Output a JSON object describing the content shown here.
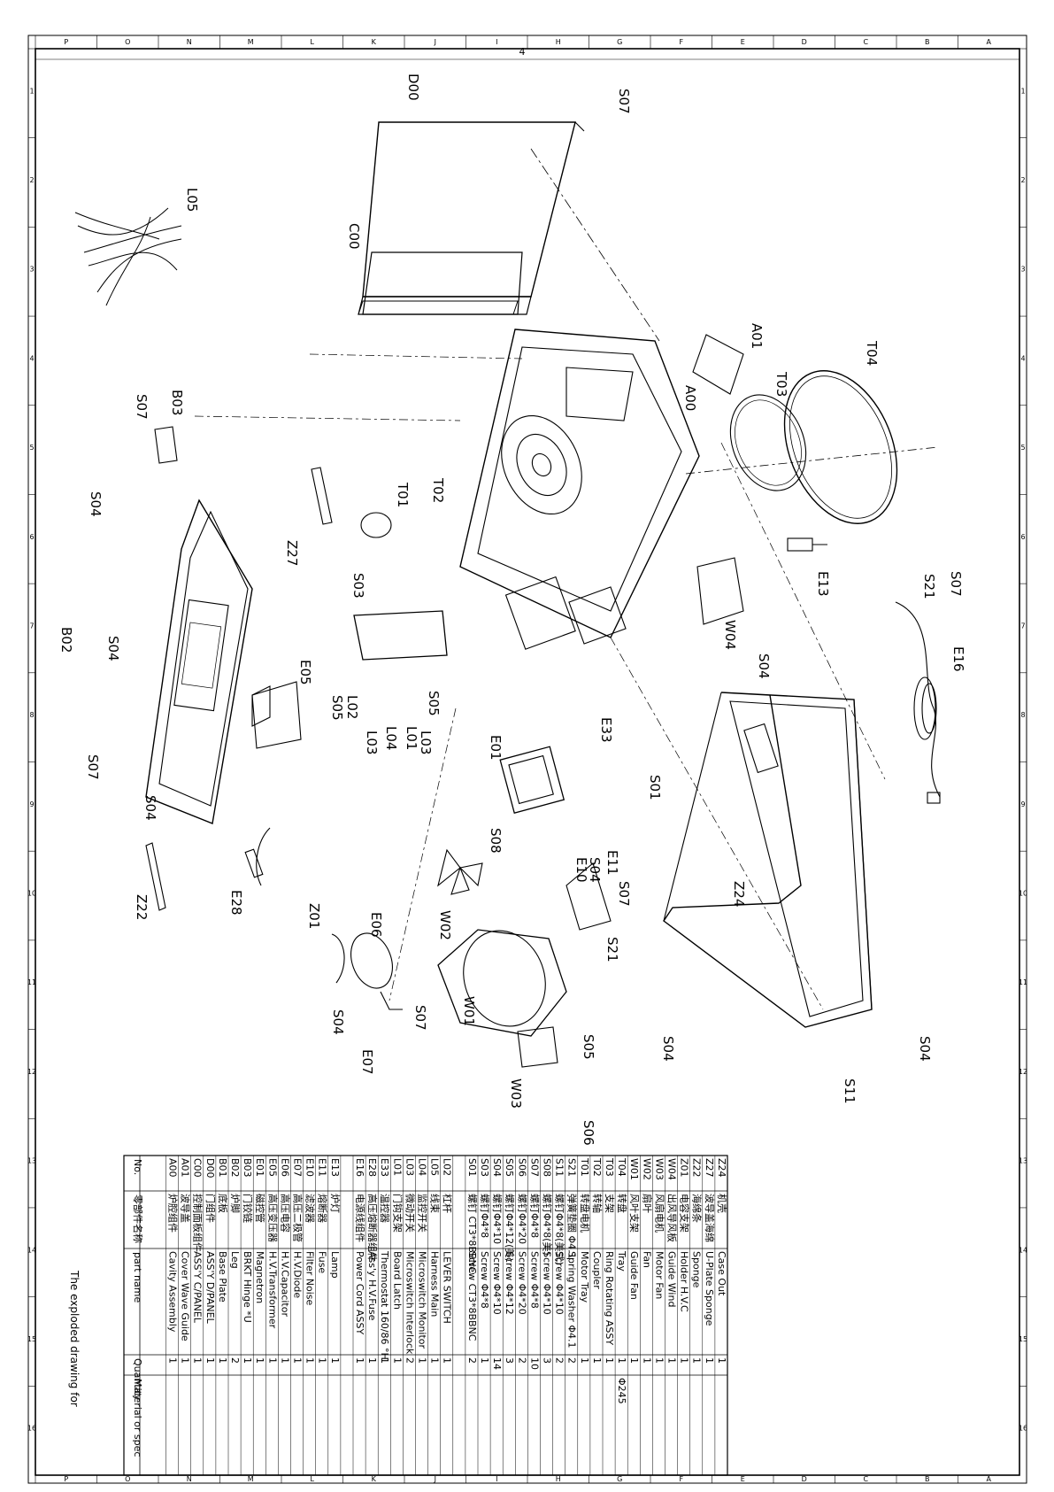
{
  "drawing": {
    "top_marker": "4",
    "footer_caption": "The exploded drawing for",
    "column_letters": [
      "P",
      "O",
      "N",
      "M",
      "L",
      "K",
      "J",
      "I",
      "H",
      "G",
      "F",
      "E",
      "D",
      "C",
      "B",
      "A"
    ],
    "row_numbers": [
      "1",
      "2",
      "3",
      "4",
      "5",
      "6",
      "7",
      "8",
      "9",
      "10",
      "11",
      "12",
      "13",
      "14",
      "15",
      "16"
    ]
  },
  "part_labels": {
    "D00": "D00",
    "C00": "C00",
    "S07_top": "S07",
    "L05": "L05",
    "A01": "A01",
    "T04": "T04",
    "T03": "T03",
    "A00": "A00",
    "B03": "B03",
    "S07_b03": "S07",
    "S04_b03": "S04",
    "Z27": "Z27",
    "T01": "T01",
    "T02": "T02",
    "S03": "S03",
    "E13": "E13",
    "S07_right": "S07",
    "S21_right": "S21",
    "E16": "E16",
    "W04": "W04",
    "S04_right": "S04",
    "B02": "B02",
    "S04_mid": "S04",
    "E05": "E05",
    "S05_left": "S05",
    "L02": "L02",
    "L03_a": "L03",
    "L04": "L04",
    "L01": "L01",
    "L03_b": "L03",
    "S05_mid": "S05",
    "S07_left": "S07",
    "E33": "E33",
    "E01": "E01",
    "S01": "S01",
    "S04_lower": "S04",
    "S08": "S08",
    "E10": "E10",
    "S04_e10": "S04",
    "E11": "E11",
    "S07_e11": "S07",
    "Z24": "Z24",
    "S21_lower": "S21",
    "W02": "W02",
    "E28": "E28",
    "Z22": "Z22",
    "Z01": "Z01",
    "E06": "E06",
    "W01": "W01",
    "S04_e06": "S04",
    "S07_e06": "S07",
    "E07": "E07",
    "S05_w01": "S05",
    "W03": "W03",
    "S06": "S06",
    "S04_z24": "S04",
    "S04_far": "S04",
    "S11": "S11"
  },
  "parts_table": {
    "headers": {
      "no": "No.",
      "cn_name": "零部件名称",
      "part_name": "part name",
      "quantity": "Quantity",
      "material": "Material or spec"
    },
    "rows": [
      {
        "no": "Z24",
        "cn": "机壳",
        "name": "Case Out",
        "qty": "1",
        "spec": ""
      },
      {
        "no": "Z27",
        "cn": "波导盖海绵",
        "name": "U-Plate Sponge",
        "qty": "1",
        "spec": ""
      },
      {
        "no": "Z22",
        "cn": "海绵条",
        "name": "Sponge",
        "qty": "1",
        "spec": ""
      },
      {
        "no": "Z01",
        "cn": "电容支架",
        "name": "Holder H.V.C",
        "qty": "1",
        "spec": ""
      },
      {
        "no": "W04",
        "cn": "出风导风板",
        "name": "Guide Wind",
        "qty": "1",
        "spec": ""
      },
      {
        "no": "W03",
        "cn": "风扇电机",
        "name": "Motor Fan",
        "qty": "1",
        "spec": ""
      },
      {
        "no": "W02",
        "cn": "扇叶",
        "name": "Fan",
        "qty": "1",
        "spec": ""
      },
      {
        "no": "W01",
        "cn": "风叶支架",
        "name": "Guide Fan",
        "qty": "1",
        "spec": ""
      },
      {
        "no": "T04",
        "cn": "转盘",
        "name": "Tray",
        "qty": "1",
        "spec": "Φ245"
      },
      {
        "no": "T03",
        "cn": "支架",
        "name": "Ring Rotating ASSY",
        "qty": "1",
        "spec": ""
      },
      {
        "no": "T02",
        "cn": "转轴",
        "name": "Coupler",
        "qty": "1",
        "spec": ""
      },
      {
        "no": "T01",
        "cn": "转盘电机",
        "name": "Motor Tray",
        "qty": "1",
        "spec": ""
      },
      {
        "no": "S21",
        "cn": "弹簧垫圈 Φ4.1",
        "name": "Spring Washer Φ4.1",
        "qty": "2",
        "spec": ""
      },
      {
        "no": "S11",
        "cn": "螺钉Φ4*8(美式)",
        "name": "Screw Φ4*10",
        "qty": "2",
        "spec": ""
      },
      {
        "no": "S08",
        "cn": "螺钉Φ4*8(美)",
        "name": "Screw Φ4*10",
        "qty": "3",
        "spec": ""
      },
      {
        "no": "S07",
        "cn": "螺钉Φ4*8",
        "name": "Screw Φ4*8",
        "qty": "10",
        "spec": ""
      },
      {
        "no": "S06",
        "cn": "螺钉Φ4*20",
        "name": "Screw Φ4*20",
        "qty": "2",
        "spec": ""
      },
      {
        "no": "S05",
        "cn": "螺钉Φ4*12(美)",
        "name": "Screw Φ4*12",
        "qty": "3",
        "spec": ""
      },
      {
        "no": "S04",
        "cn": "螺钉Φ4*10",
        "name": "Screw Φ4*10",
        "qty": "14",
        "spec": ""
      },
      {
        "no": "S03",
        "cn": "螺钉Φ4*8",
        "name": "Screw Φ4*8",
        "qty": "1",
        "spec": ""
      },
      {
        "no": "S01",
        "cn": "螺钉 CT3*8BBNC",
        "name": "Screw CT3*8BBNC",
        "qty": "2",
        "spec": ""
      },
      {
        "no": "",
        "cn": "",
        "name": "",
        "qty": "",
        "spec": ""
      },
      {
        "no": "L02",
        "cn": "杠杆",
        "name": "LEVER SWITCH",
        "qty": "1",
        "spec": ""
      },
      {
        "no": "L05",
        "cn": "线束",
        "name": "Harness Main",
        "qty": "1",
        "spec": ""
      },
      {
        "no": "L04",
        "cn": "监控开关",
        "name": "Microswitch Monitor",
        "qty": "1",
        "spec": ""
      },
      {
        "no": "L03",
        "cn": "微动开关",
        "name": "Microswitch Interlock",
        "qty": "2",
        "spec": ""
      },
      {
        "no": "L01",
        "cn": "门钩支架",
        "name": "Board Latch",
        "qty": "1",
        "spec": ""
      },
      {
        "no": "E33",
        "cn": "温控器",
        "name": "Thermostat 160/86 °H",
        "qty": "1",
        "spec": ""
      },
      {
        "no": "E28",
        "cn": "高压熔断器组件",
        "name": "Ass'y H.V.Fuse",
        "qty": "1",
        "spec": ""
      },
      {
        "no": "E16",
        "cn": "电源线组件",
        "name": "Power Cord ASSY",
        "qty": "1",
        "spec": ""
      },
      {
        "no": "",
        "cn": "",
        "name": "",
        "qty": "",
        "spec": ""
      },
      {
        "no": "E13",
        "cn": "炉灯",
        "name": "Lamp",
        "qty": "1",
        "spec": ""
      },
      {
        "no": "E11",
        "cn": "熔断器",
        "name": "Fuse",
        "qty": "1",
        "spec": ""
      },
      {
        "no": "E10",
        "cn": "滤波器",
        "name": "Filter Noise",
        "qty": "1",
        "spec": ""
      },
      {
        "no": "E07",
        "cn": "高压二极管",
        "name": "H.V.Diode",
        "qty": "1",
        "spec": ""
      },
      {
        "no": "E06",
        "cn": "高压电容",
        "name": "H.V.Capacitor",
        "qty": "1",
        "spec": ""
      },
      {
        "no": "E05",
        "cn": "高压变压器",
        "name": "H.V.Transformer",
        "qty": "1",
        "spec": ""
      },
      {
        "no": "E01",
        "cn": "磁控管",
        "name": "Magnetron",
        "qty": "1",
        "spec": ""
      },
      {
        "no": "B03",
        "cn": "门铰链",
        "name": "BRKT Hinge *U",
        "qty": "1",
        "spec": ""
      },
      {
        "no": "B02",
        "cn": "炉脚",
        "name": "Leg",
        "qty": "2",
        "spec": ""
      },
      {
        "no": "B01",
        "cn": "底板",
        "name": "Base Plate",
        "qty": "1",
        "spec": ""
      },
      {
        "no": "D00",
        "cn": "门组件",
        "name": "ASS'Y D/PANEL",
        "qty": "1",
        "spec": ""
      },
      {
        "no": "C00",
        "cn": "控制面板组件",
        "name": "ASS'Y C/PANEL",
        "qty": "1",
        "spec": ""
      },
      {
        "no": "A01",
        "cn": "波导盖",
        "name": "Cover Wave Guide",
        "qty": "1",
        "spec": ""
      },
      {
        "no": "A00",
        "cn": "炉腔组件",
        "name": "Cavity Assembly",
        "qty": "1",
        "spec": ""
      }
    ]
  }
}
